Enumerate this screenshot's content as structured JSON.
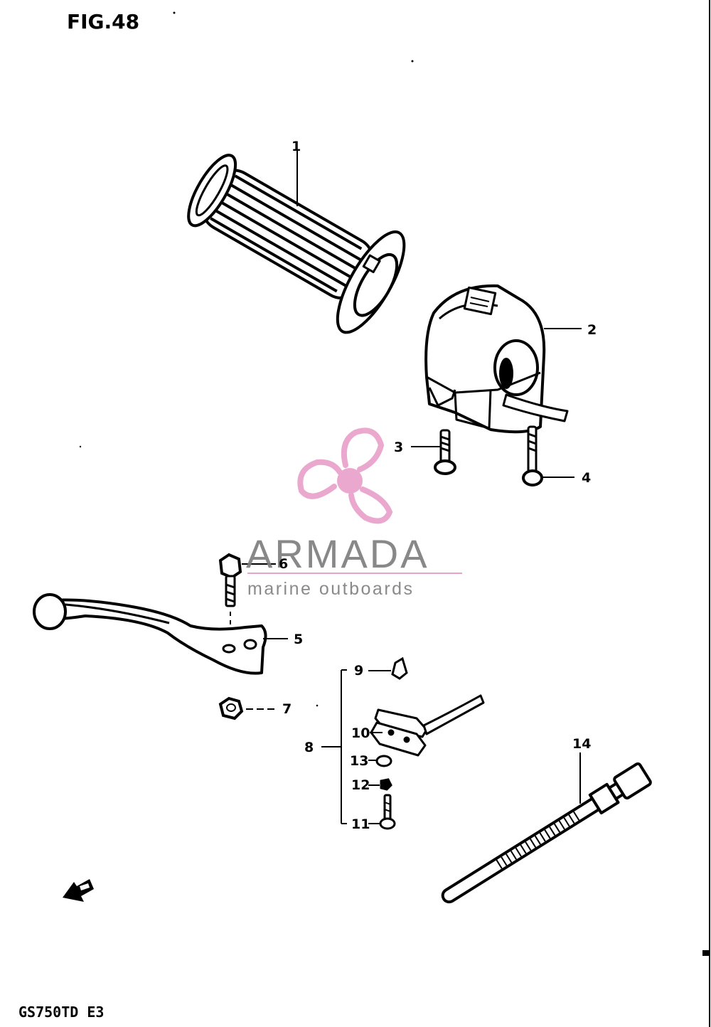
{
  "figure": {
    "title": "FIG.48",
    "model_code": "GS750TD E3"
  },
  "callouts": [
    "1",
    "2",
    "3",
    "4",
    "5",
    "6",
    "7",
    "8",
    "9",
    "10",
    "11",
    "12",
    "13",
    "14"
  ],
  "watermark": {
    "name": "ARMADA",
    "tagline": "marine outboards",
    "accent_color": "#e79ac6",
    "text_color": "#7c7c7c"
  },
  "parts": {
    "grip": "grip-part",
    "switch_housing": "switch-housing-part",
    "short_screw": "short-screw-part",
    "long_screw": "long-screw-part",
    "lever": "clutch-lever-part",
    "pivot_bolt": "pivot-bolt-part",
    "nut": "nut-part",
    "switch_assy": "switch-assembly-part",
    "cable_tie": "cable-tie-part"
  }
}
